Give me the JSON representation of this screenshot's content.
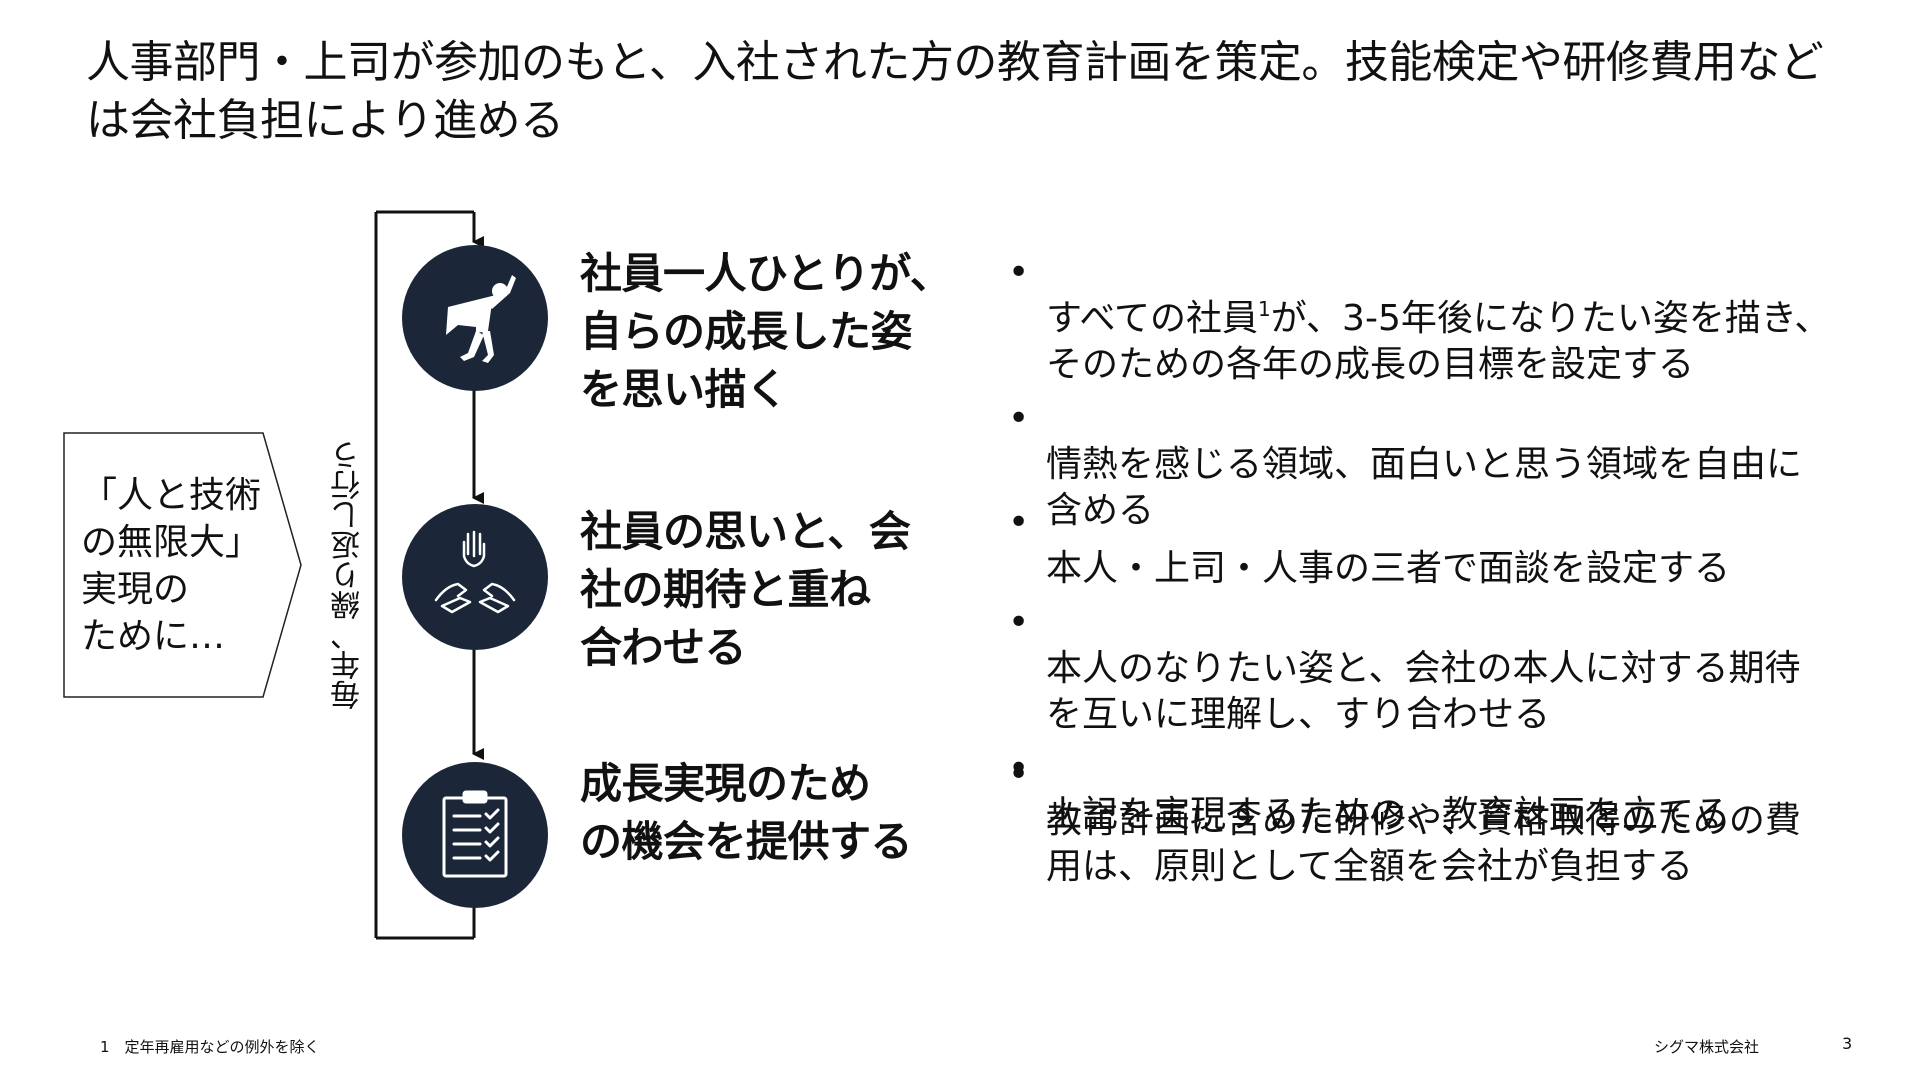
{
  "title": "人事部門・上司が参加のもと、入社された方の教育計画を策定。技能検定や研修費用などは会社負担により進める",
  "callout": {
    "text": "「人と技術\nの無限大」\n実現の\nために…"
  },
  "loop_label": "毎年、繰り返し行う",
  "steps": [
    {
      "icon": "superhero-icon",
      "heading": "社員一人ひとりが、\n自らの成長した姿\nを思い描く",
      "bullets": [
        {
          "before": "すべての社員",
          "sup": "1",
          "after": "が、3-5年後になりたい姿を描き、\nそのための各年の成長の目標を設定する"
        },
        {
          "text": "情熱を感じる領域、面白いと思う領域を自由に\n含める"
        }
      ]
    },
    {
      "icon": "hands-icon",
      "heading": "社員の思いと、会\n社の期待と重ね\n合わせる",
      "bullets": [
        {
          "text": "本人・上司・人事の三者で面談を設定する"
        },
        {
          "text": "本人のなりたい姿と、会社の本人に対する期待\nを互いに理解し、すり合わせる"
        },
        {
          "text": "上記を実現するための、教育計画を立てる"
        }
      ]
    },
    {
      "icon": "checklist-icon",
      "heading": "成長実現のため\nの機会を提供する",
      "bullets": [
        {
          "text": "教育計画に含めた研修や、資格取得のための費\n用は、原則として全額を会社が負担する"
        }
      ]
    }
  ],
  "bullet_char": "•",
  "footnote": "1　定年再雇用などの例外を除く",
  "company": "シグマ株式会社",
  "page_number": "3",
  "colors": {
    "icon_circle": "#1b2738",
    "text": "#111111",
    "line": "#111111"
  }
}
